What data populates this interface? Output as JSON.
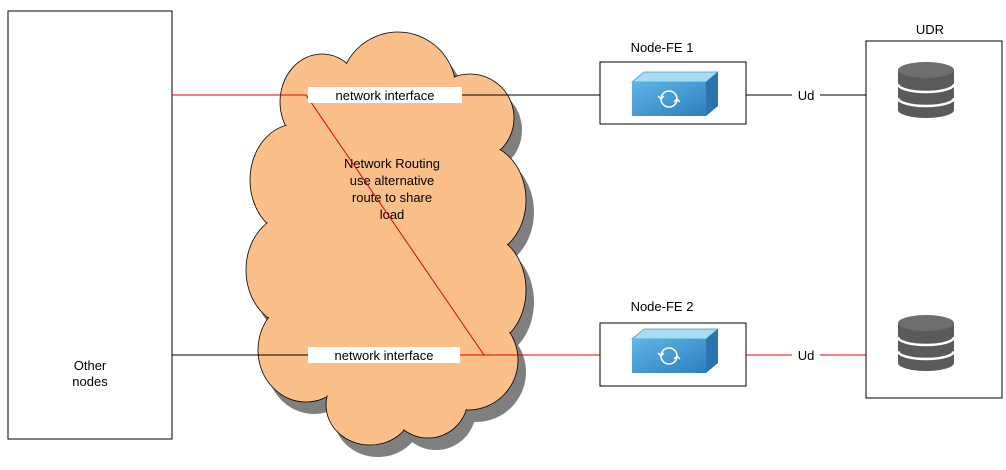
{
  "nodes": {
    "other_nodes": {
      "line1": "Other",
      "line2": "nodes"
    },
    "node_fe_1": {
      "label": "Node-FE 1"
    },
    "node_fe_2": {
      "label": "Node-FE 2"
    },
    "udr": {
      "label": "UDR"
    }
  },
  "cloud": {
    "text_lines": [
      "Network Routing",
      "use alternative",
      "route to share",
      "load"
    ]
  },
  "interfaces": {
    "top": "network interface",
    "bottom": "network interface"
  },
  "links": {
    "ud_top": "Ud",
    "ud_bottom": "Ud"
  },
  "colors": {
    "cloud_fill": "#fbbf8a",
    "cloud_shadow": "#7f7f7f",
    "alt_route": "#e60000",
    "normal_route": "#000000",
    "server_icon_top": "#a8dcf3",
    "server_icon_front": "#3d95cd",
    "database_icon": "#5a5a5a"
  }
}
